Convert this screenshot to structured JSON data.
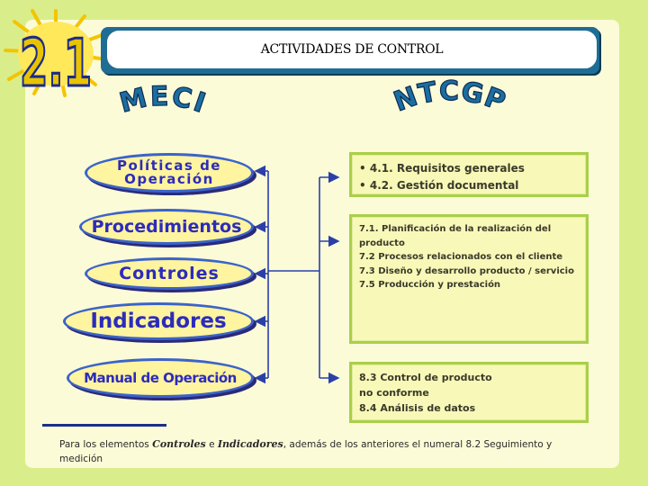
{
  "badge": {
    "text": "2.1"
  },
  "header": {
    "title": "ACTIVIDADES DE CONTROL"
  },
  "arc_labels": {
    "left": "MECI",
    "right": "NTCGP"
  },
  "ovals": [
    {
      "line1": "Políticas de",
      "line2": "Operación"
    },
    {
      "line1": "Procedimientos",
      "line2": ""
    },
    {
      "line1": "Controles",
      "line2": ""
    },
    {
      "line1": "Indicadores",
      "line2": ""
    },
    {
      "line1": "Manual de Operación",
      "line2": ""
    }
  ],
  "boxes": [
    {
      "text": "• 4.1. Requisitos generales\n• 4.2. Gestión documental"
    },
    {
      "text": "7.1. Planificación de la realización del\nproducto\n7.2 Procesos relacionados con el cliente\n7.3 Diseño y desarrollo producto / servicio\n7.5 Producción y prestación"
    },
    {
      "text": "8.3 Control de producto\nno conforme\n8.4 Análisis de datos"
    }
  ],
  "footnote": {
    "pre": "Para los elementos ",
    "em1": "Controles",
    "mid": " e ",
    "em2": "Indicadores",
    "post": ", además de los anteriores el numeral 8.2 Seguimiento y medición"
  },
  "colors": {
    "background": "#d9ee8a",
    "panel": "#fbfbd8",
    "title_bar": "#1f6d94",
    "oval_fill": "#fff4a0",
    "oval_text": "#2c2cba",
    "connector": "#2b3fa8",
    "box_border": "#a9cf4a"
  }
}
